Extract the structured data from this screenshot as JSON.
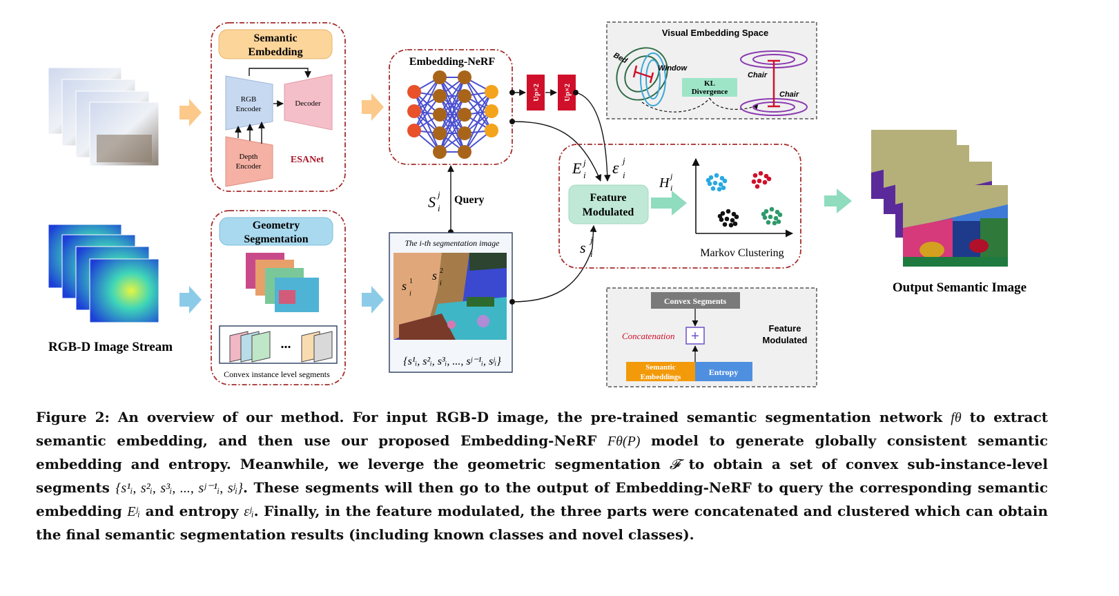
{
  "left": {
    "stream_label": "RGB-D Image Stream"
  },
  "semantic": {
    "title_line1": "Semantic",
    "title_line2": "Embedding",
    "rgb_encoder_line1": "RGB",
    "rgb_encoder_line2": "Encoder",
    "decoder": "Decoder",
    "depth_encoder_line1": "Depth",
    "depth_encoder_line2": "Encoder",
    "network": "ESANet"
  },
  "geometry": {
    "title_line1": "Geometry",
    "title_line2": "Segmentation",
    "ellipsis": "...",
    "footer": "Convex instance level segments"
  },
  "nerf": {
    "title": "Embedding-NeRF",
    "up1": "Up×2",
    "up2": "Up×2",
    "query": "Query",
    "query_var": "S",
    "query_sup": "j",
    "query_sub": "i"
  },
  "segimg": {
    "caption": "The i-th segmentation image",
    "set_text": "{s¹ᵢ, s²ᵢ, s³ᵢ, ..., sʲ⁻¹ᵢ, sʲᵢ}",
    "r1": "s",
    "r2": "s"
  },
  "module": {
    "E_label": "E",
    "eps_label": "ε",
    "s_label": "s",
    "sup": "j",
    "sub": "i",
    "fm_line1": "Feature",
    "fm_line2": "Modulated",
    "H_label": "H",
    "clustering": "Markov Clustering"
  },
  "ves": {
    "title": "Visual Embedding Space",
    "bed": "Bed",
    "window": "Window",
    "kl_line1": "KL",
    "kl_line2": "Divergence",
    "chair1": "Chair",
    "chair2": "Chair"
  },
  "fmbox": {
    "convex": "Convex Segments",
    "concat": "Concatenation",
    "plus": "+",
    "title_line1": "Feature",
    "title_line2": "Modulated",
    "sem_line1": "Semantic",
    "sem_line2": "Embeddings",
    "entropy": "Entropy"
  },
  "output": {
    "label": "Output Semantic Image"
  },
  "caption": {
    "p1": "Figure 2: An overview of our method. For input RGB-D image, the pre-trained semantic segmentation network ",
    "f_theta": "fθ",
    "p2": " to extract semantic embedding, and then use our proposed Embedding-NeRF ",
    "F_theta": "Fθ(P)",
    "p3": " model to generate globally consistent semantic embedding and entropy. Meanwhile, we leverge the geometric segmentation ",
    "F_cal": "𝓕",
    "p4": " to obtain a set of convex sub-instance-level segments ",
    "set": "{s¹ᵢ, s²ᵢ, s³ᵢ, ..., sʲ⁻¹ᵢ, sʲᵢ}",
    "p5": ". These segments will then go to the output of Embedding-NeRF to query the corresponding semantic embedding ",
    "E": "Eʲᵢ",
    "p6": " and entropy ",
    "eps": "εʲᵢ",
    "p7": ". Finally, in the feature modulated, the three parts were concatenated and clustered which can obtain the final semantic segmentation results (including known classes and novel classes)."
  },
  "colors": {
    "dashed_red": "#a52a2a",
    "orange_arrow": "#fcc98a",
    "blue_arrow": "#8ccbe8",
    "green_arrow": "#8fdcbf",
    "up_red": "#d0102a",
    "node_orange_red": "#e8512a",
    "node_brown": "#a8651a",
    "node_gold": "#f3a31c",
    "edge_blue": "#4a4fd0"
  }
}
